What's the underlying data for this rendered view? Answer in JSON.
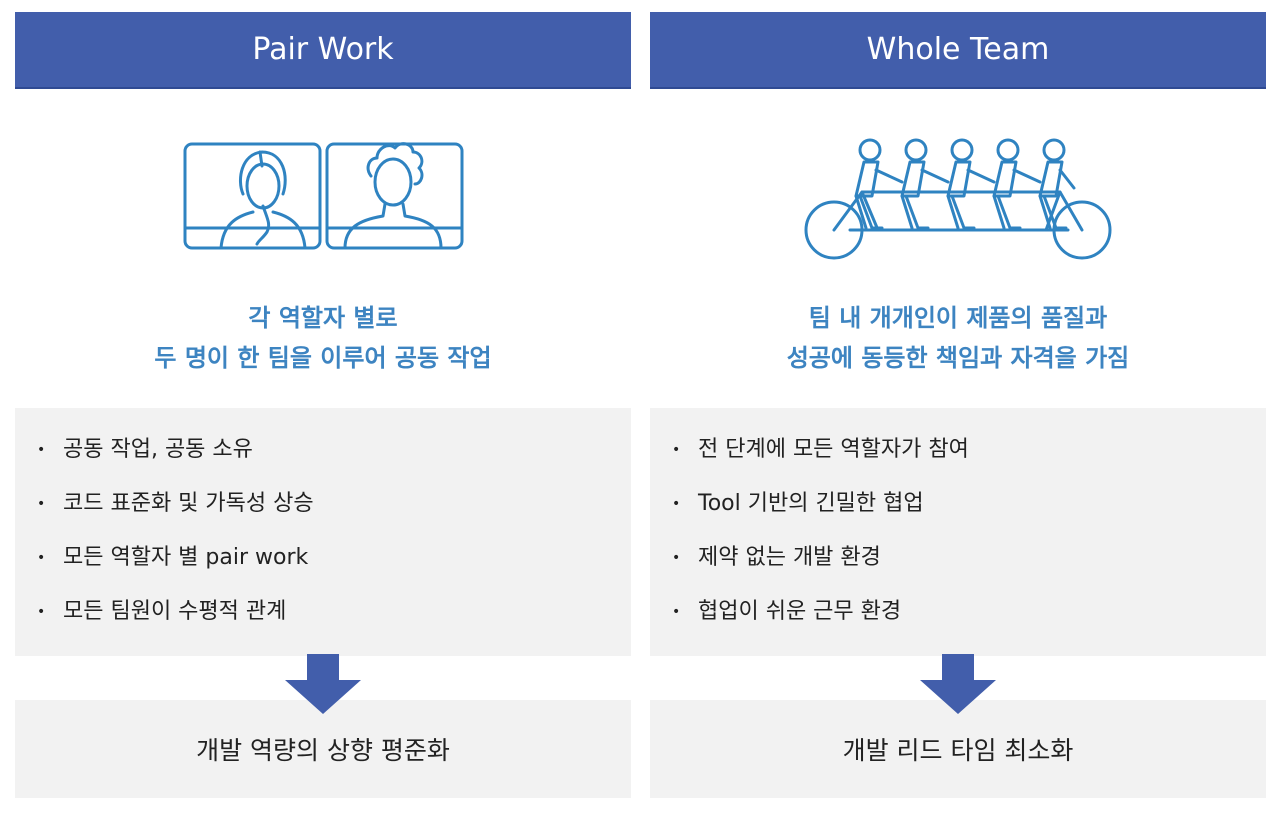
{
  "columns": [
    {
      "title": "Pair Work",
      "tagline": [
        "각 역할자 별로",
        "두 명이 한 팀을 이루어 공동 작업"
      ],
      "items": [
        "공동 작업, 공동 소유",
        "코드 표준화 및 가독성 상승",
        "모든 역할자 별 pair work",
        "모든 팀원이 수평적 관계"
      ],
      "result": "개발 역량의 상향 평준화",
      "icon": "pair-programming-screens-icon"
    },
    {
      "title": "Whole Team",
      "tagline": [
        "팀 내 개개인이 제품의 품질과",
        "성공에 동등한 책임과 자격을 가짐"
      ],
      "items": [
        "전 단계에 모든 역할자가 참여",
        "Tool 기반의 긴밀한 협업",
        "제약 없는 개발 환경",
        "협업이 쉬운 근무 환경"
      ],
      "result": "개발 리드 타임 최소화",
      "icon": "tandem-bicycle-team-icon"
    }
  ],
  "colors": {
    "header_bg": "#425eab",
    "accent_text": "#3d84c1",
    "icon_stroke": "#2f83c1",
    "panel_bg": "#f2f2f2",
    "arrow": "#425eab"
  }
}
